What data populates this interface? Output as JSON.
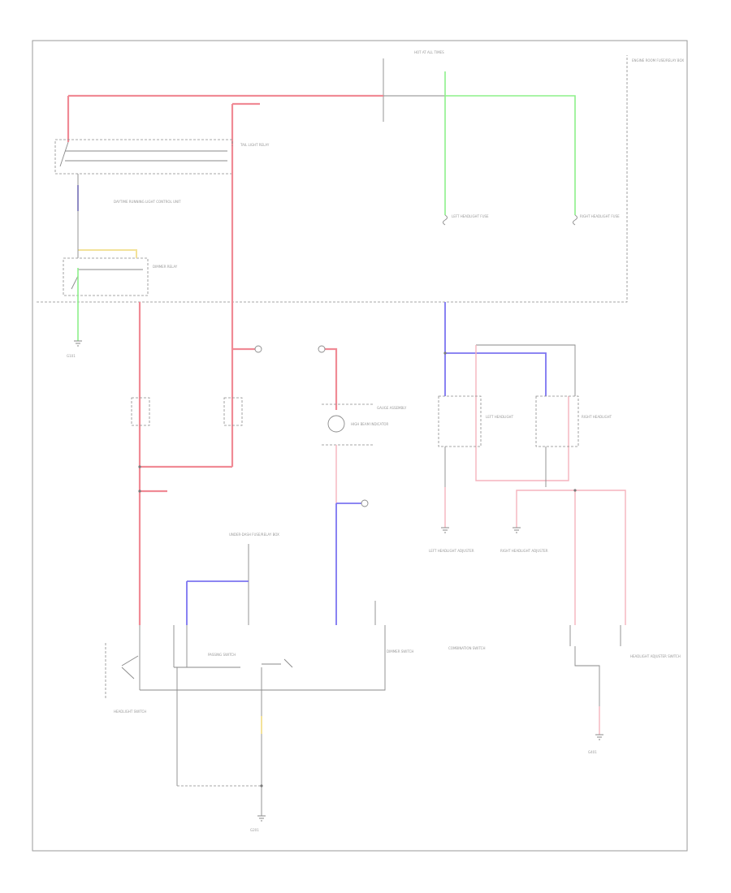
{
  "page_number": "",
  "components": {
    "hot_all_times": "HOT AT ALL TIMES",
    "engine_room_fuse": "ENGINE ROOM FUSE/RELAY BOX",
    "tail_light_relay": "TAIL LIGHT RELAY",
    "dimmer_relay": "DIMMER RELAY",
    "daytime_running_light_control_unit": "DAYTIME RUNNING LIGHT CONTROL UNIT",
    "left_headlight_fuse": "LEFT HEADLIGHT FUSE",
    "right_headlight_fuse": "RIGHT HEADLIGHT FUSE",
    "left_headlight": "LEFT HEADLIGHT",
    "right_headlight": "RIGHT HEADLIGHT",
    "gauge_assembly": "GAUGE ASSEMBLY",
    "high_beam_indicator": "HIGH BEAM INDICATOR",
    "combination_switch": "COMBINATION SWITCH",
    "passing_switch": "PASSING SWITCH",
    "dimmer_switch": "DIMMER SWITCH",
    "headlight_switch": "HEADLIGHT SWITCH",
    "under_dash_fuse": "UNDER-DASH FUSE/RELAY BOX",
    "left_headlight_adjuster": "LEFT HEADLIGHT ADJUSTER",
    "right_headlight_adjuster": "RIGHT HEADLIGHT ADJUSTER",
    "headlight_adjuster_switch": "HEADLIGHT ADJUSTER SWITCH",
    "ground_g101": "G101",
    "ground_g201": "G201",
    "ground_g401": "G401"
  },
  "wire_colors": {
    "red": "#f08a95",
    "pink": "#f6b3bd",
    "green": "#8ef08a",
    "blue": "#7c74f0",
    "yellow": "#f3e29a",
    "gray": "#8a8a8a"
  }
}
